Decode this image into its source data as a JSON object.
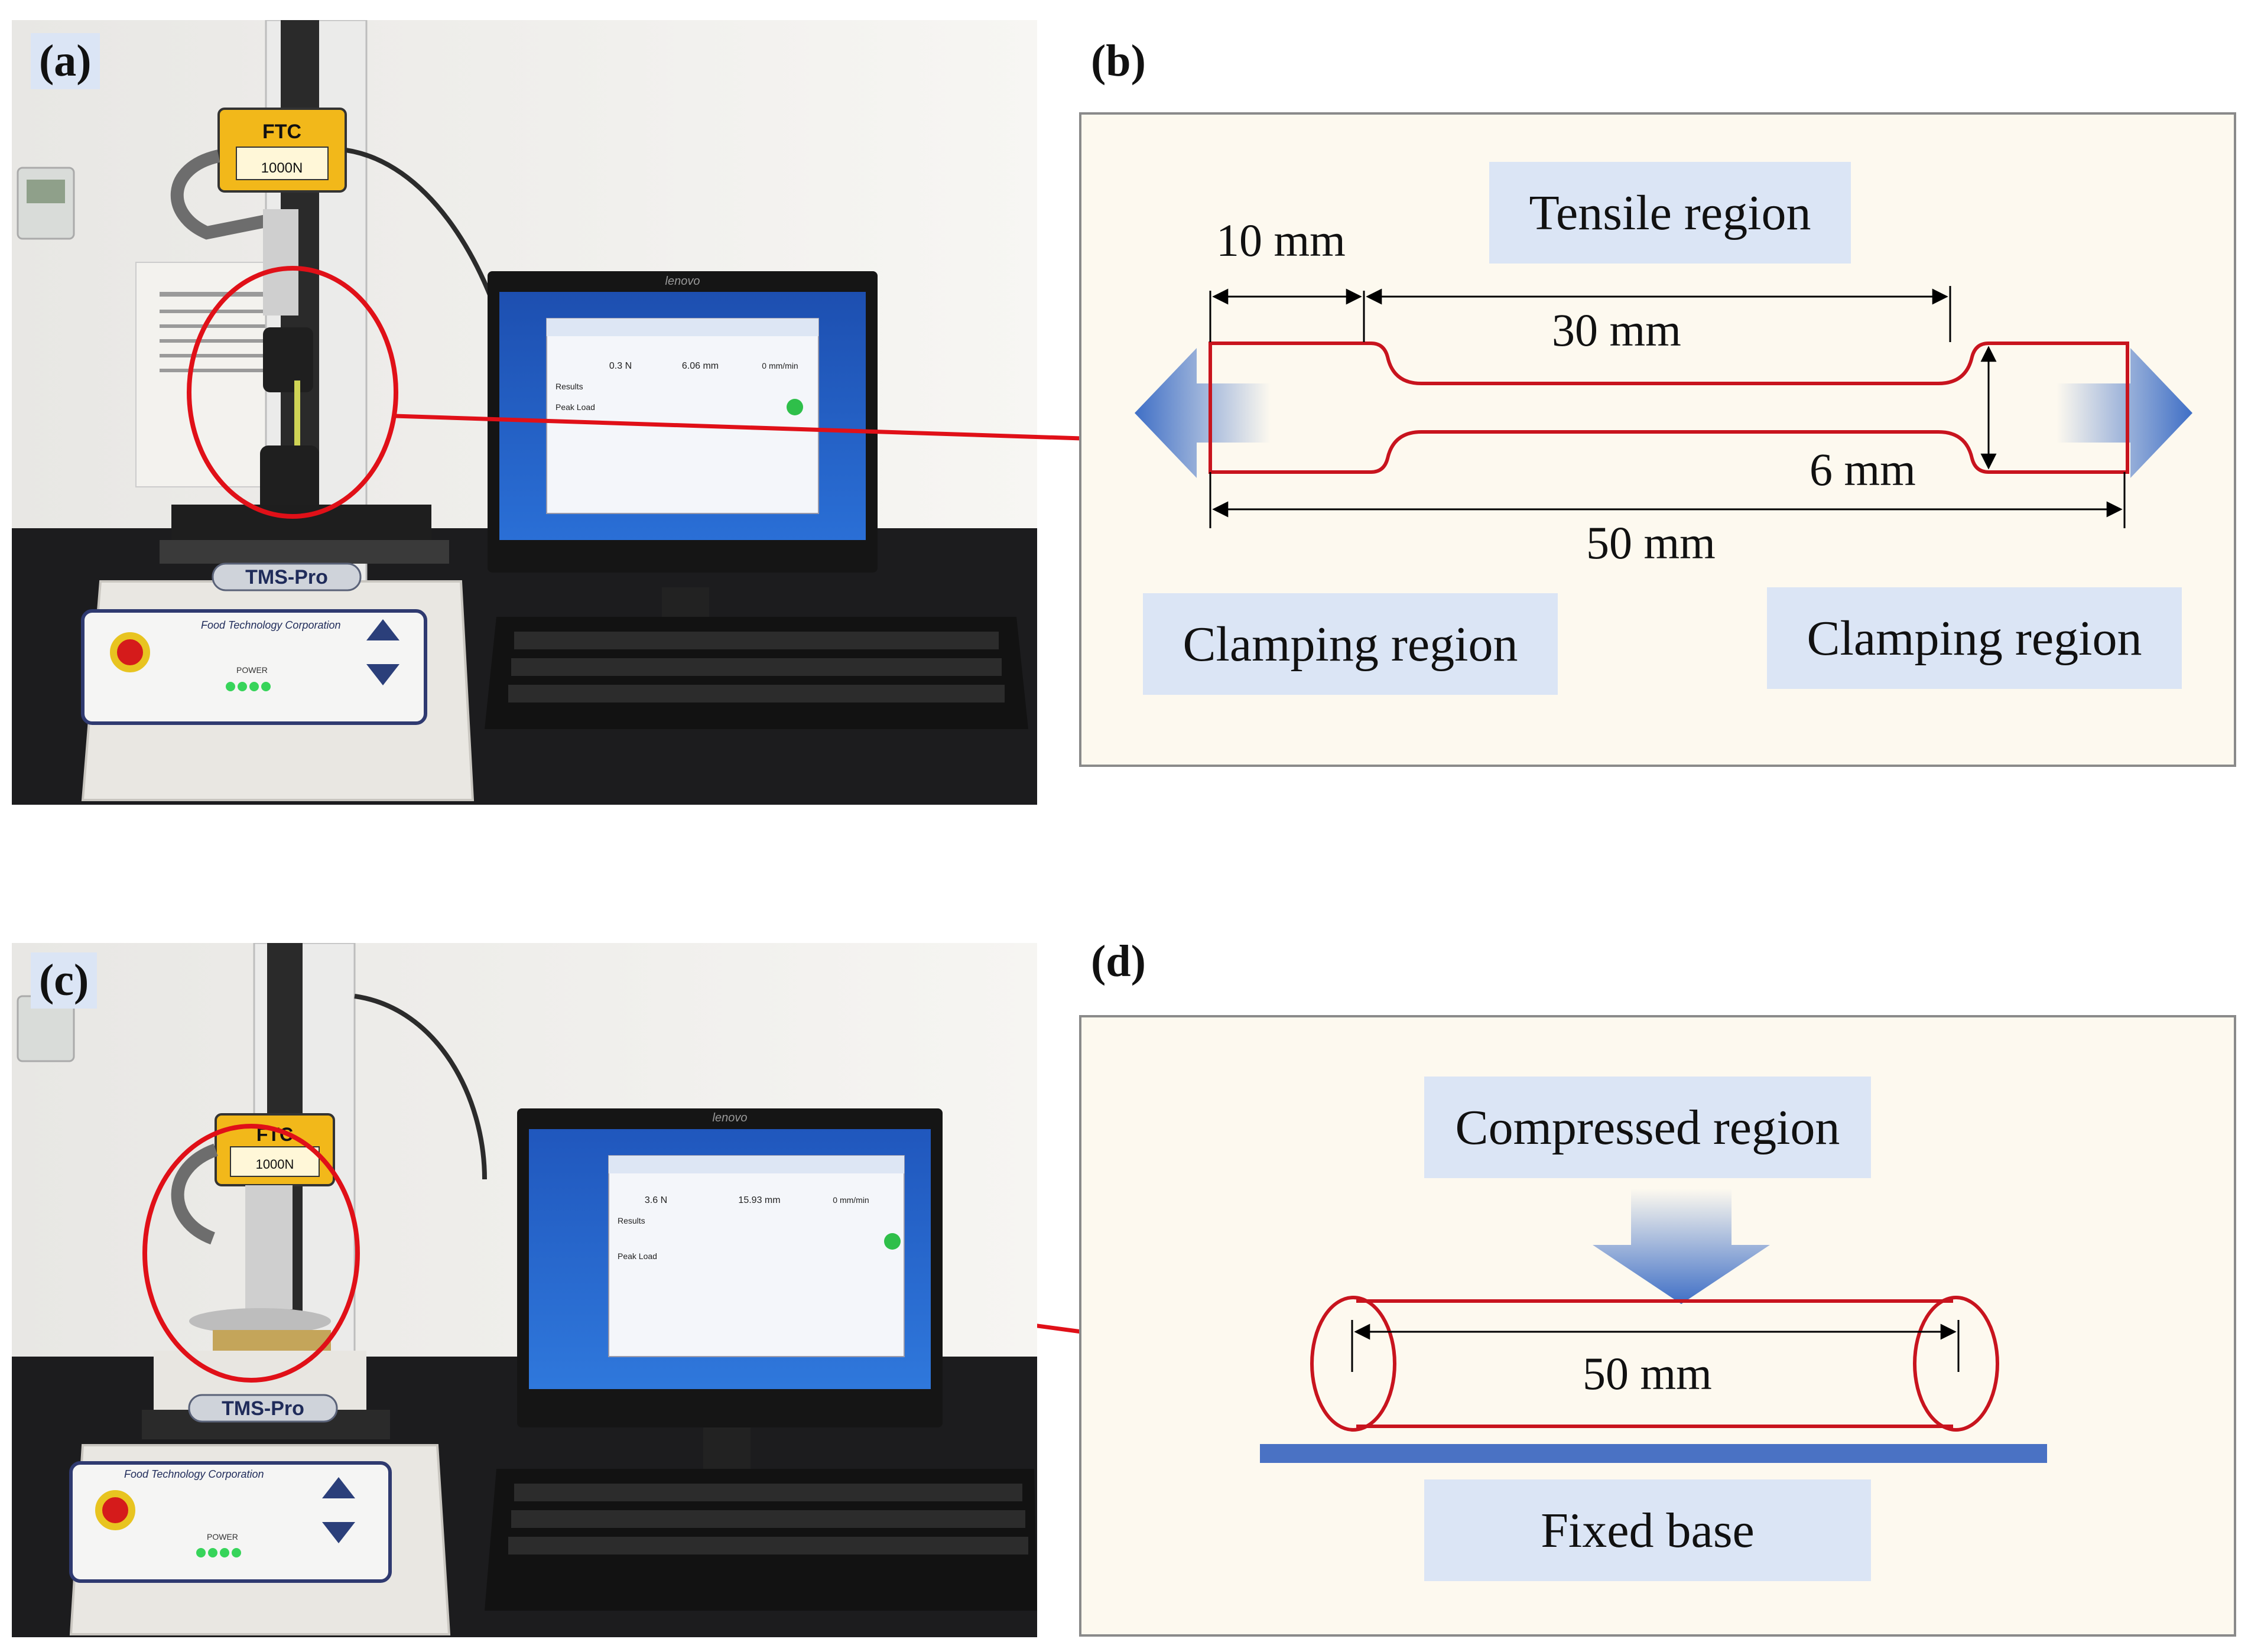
{
  "panels": {
    "a": {
      "label": "(a)"
    },
    "b": {
      "label": "(b)"
    },
    "c": {
      "label": "(c)"
    },
    "d": {
      "label": "(d)"
    }
  },
  "photo_a": {
    "load_cell_brand": "FTC",
    "load_cell_rating": "1000N",
    "machine_badge": "TMS-Pro",
    "maker": "Food Technology Corporation",
    "power_label": "POWER",
    "monitor_brand": "lenovo",
    "readout_force": "0.3 N",
    "readout_distance": "6.06 mm",
    "readout_speed": "0 mm/min",
    "results_label": "Results",
    "peak_label": "Peak Load"
  },
  "photo_c": {
    "load_cell_brand": "FTC",
    "load_cell_rating": "1000N",
    "machine_badge": "TMS-Pro",
    "maker": "Food Technology Corporation",
    "power_label": "POWER",
    "monitor_brand": "lenovo",
    "readout_force": "3.6 N",
    "readout_distance": "15.93 mm",
    "readout_speed": "0 mm/min",
    "results_label": "Results",
    "peak_label": "Peak Load"
  },
  "diagram_b": {
    "tensile_region": "Tensile region",
    "clamp_left": "Clamping region",
    "clamp_right": "Clamping region",
    "dim_10": "10 mm",
    "dim_30": "30 mm",
    "dim_6": "6 mm",
    "dim_50": "50 mm"
  },
  "diagram_d": {
    "compressed_region": "Compressed region",
    "fixed_base": "Fixed base",
    "dim_50": "50 mm"
  },
  "colors": {
    "specimen_outline": "#c8141e",
    "arrow_blue": "#4a78c8",
    "label_box": "#dbe5f5",
    "diagram_bg": "#fdf9ef",
    "base_blue": "#4a72c4",
    "leader_red": "#e01018"
  }
}
